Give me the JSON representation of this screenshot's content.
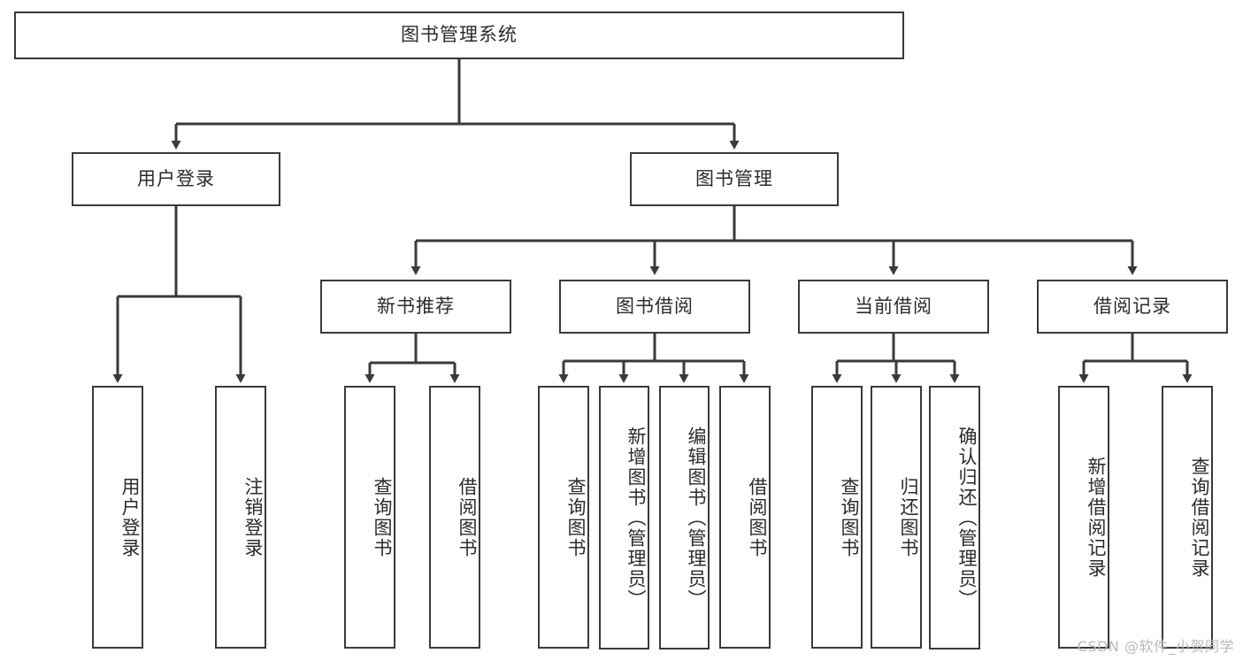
{
  "diagram": {
    "type": "tree-hierarchy-functional-decomposition",
    "root": {
      "id": "root",
      "label": "图书管理系统",
      "orientation": "horizontal"
    },
    "level1": [
      {
        "id": "user-login",
        "label": "用户登录",
        "orientation": "horizontal"
      },
      {
        "id": "book-management",
        "label": "图书管理",
        "orientation": "horizontal"
      }
    ],
    "level2": [
      {
        "id": "new-book-recommend",
        "label": "新书推荐",
        "orientation": "horizontal",
        "parent": "book-management"
      },
      {
        "id": "book-borrow",
        "label": "图书借阅",
        "orientation": "horizontal",
        "parent": "book-management"
      },
      {
        "id": "current-borrow",
        "label": "当前借阅",
        "orientation": "horizontal",
        "parent": "book-management"
      },
      {
        "id": "borrow-record",
        "label": "借阅记录",
        "orientation": "horizontal",
        "parent": "book-management"
      }
    ],
    "leaves": [
      {
        "id": "leaf-user-login",
        "label": "用户登录",
        "parent": "user-login",
        "orientation": "vertical"
      },
      {
        "id": "leaf-logout",
        "label": "注销登录",
        "parent": "user-login",
        "orientation": "vertical"
      },
      {
        "id": "leaf-query-book-1",
        "label": "查询图书",
        "parent": "new-book-recommend",
        "orientation": "vertical"
      },
      {
        "id": "leaf-borrow-book-1",
        "label": "借阅图书",
        "parent": "new-book-recommend",
        "orientation": "vertical"
      },
      {
        "id": "leaf-query-book-2",
        "label": "查询图书",
        "parent": "book-borrow",
        "orientation": "vertical"
      },
      {
        "id": "leaf-add-book",
        "label": "新增图书（管理员）",
        "parent": "book-borrow",
        "orientation": "vertical"
      },
      {
        "id": "leaf-edit-book",
        "label": "编辑图书（管理员）",
        "parent": "book-borrow",
        "orientation": "vertical"
      },
      {
        "id": "leaf-borrow-book-2",
        "label": "借阅图书",
        "parent": "book-borrow",
        "orientation": "vertical"
      },
      {
        "id": "leaf-query-book-3",
        "label": "查询图书",
        "parent": "current-borrow",
        "orientation": "vertical"
      },
      {
        "id": "leaf-return-book",
        "label": "归还图书",
        "parent": "current-borrow",
        "orientation": "vertical"
      },
      {
        "id": "leaf-confirm-return",
        "label": "确认归还（管理员）",
        "parent": "current-borrow",
        "orientation": "vertical"
      },
      {
        "id": "leaf-add-record",
        "label": "新增借阅记录",
        "parent": "borrow-record",
        "orientation": "vertical"
      },
      {
        "id": "leaf-query-record",
        "label": "查询借阅记录",
        "parent": "borrow-record",
        "orientation": "vertical"
      }
    ],
    "watermark": "CSDN @软件_小贺同学",
    "colors": {
      "box_border": "#3a3a3a",
      "box_fill": "#ffffff",
      "connector": "#3a3a3a",
      "text": "#2b2b2b",
      "watermark": "#b9b9b9",
      "background": "#ffffff"
    }
  }
}
